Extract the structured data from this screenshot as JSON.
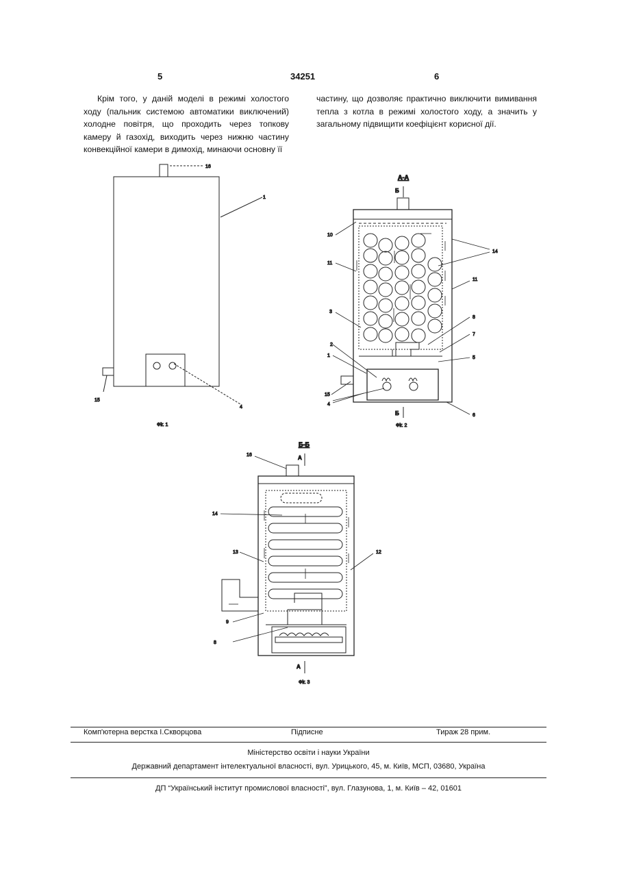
{
  "header": {
    "page_left": "5",
    "patent_number": "34251",
    "page_right": "6"
  },
  "body": {
    "col1": "Крім того, у даній моделі в режимі холостого ходу (пальник системою автоматики виключений) холодне повітря, що проходить через топкову камеру й газохід, виходить через нижню частину конвекційної камери в димохід, минаючи основну її",
    "col2": "частину, що дозволяє практично виключити вимивання тепла з котла в режимі холостого ходу, а значить у загальному підвищити коефіцієнт корисної дії."
  },
  "figures": {
    "fig1": {
      "caption": "Фіг. 1",
      "labels": {
        "n16": "16",
        "n1": "1",
        "n15": "15",
        "n4": "4"
      }
    },
    "fig2": {
      "section_title": "А-А",
      "cut_top": "Б",
      "cut_bottom": "Б",
      "caption": "Фіг. 2",
      "labels": {
        "n10": "10",
        "n11a": "11",
        "n11b": "11",
        "n14": "14",
        "n3": "3",
        "n8": "8",
        "n7": "7",
        "n2": "2",
        "n1": "1",
        "n5": "5",
        "n15": "15",
        "n4": "4",
        "n6": "6"
      }
    },
    "fig3": {
      "section_title": "Б-Б",
      "cut_top": "А",
      "cut_bottom": "А",
      "caption": "Фіг. 3",
      "labels": {
        "n16": "16",
        "n14": "14",
        "n13": "13",
        "n12": "12",
        "n9": "9",
        "n8": "8"
      }
    }
  },
  "footer": {
    "typesetting": "Комп'ютерна верстка І.Скворцова",
    "signed": "Підписне",
    "circulation": "Тираж 28 прим.",
    "ministry": "Міністерство освіти і науки України",
    "department": "Державний департамент інтелектуальної власності, вул. Урицького, 45, м. Київ, МСП, 03680, Україна",
    "institute": "ДП “Український інститут промислової власності”, вул. Глазунова, 1, м. Київ – 42, 01601"
  }
}
